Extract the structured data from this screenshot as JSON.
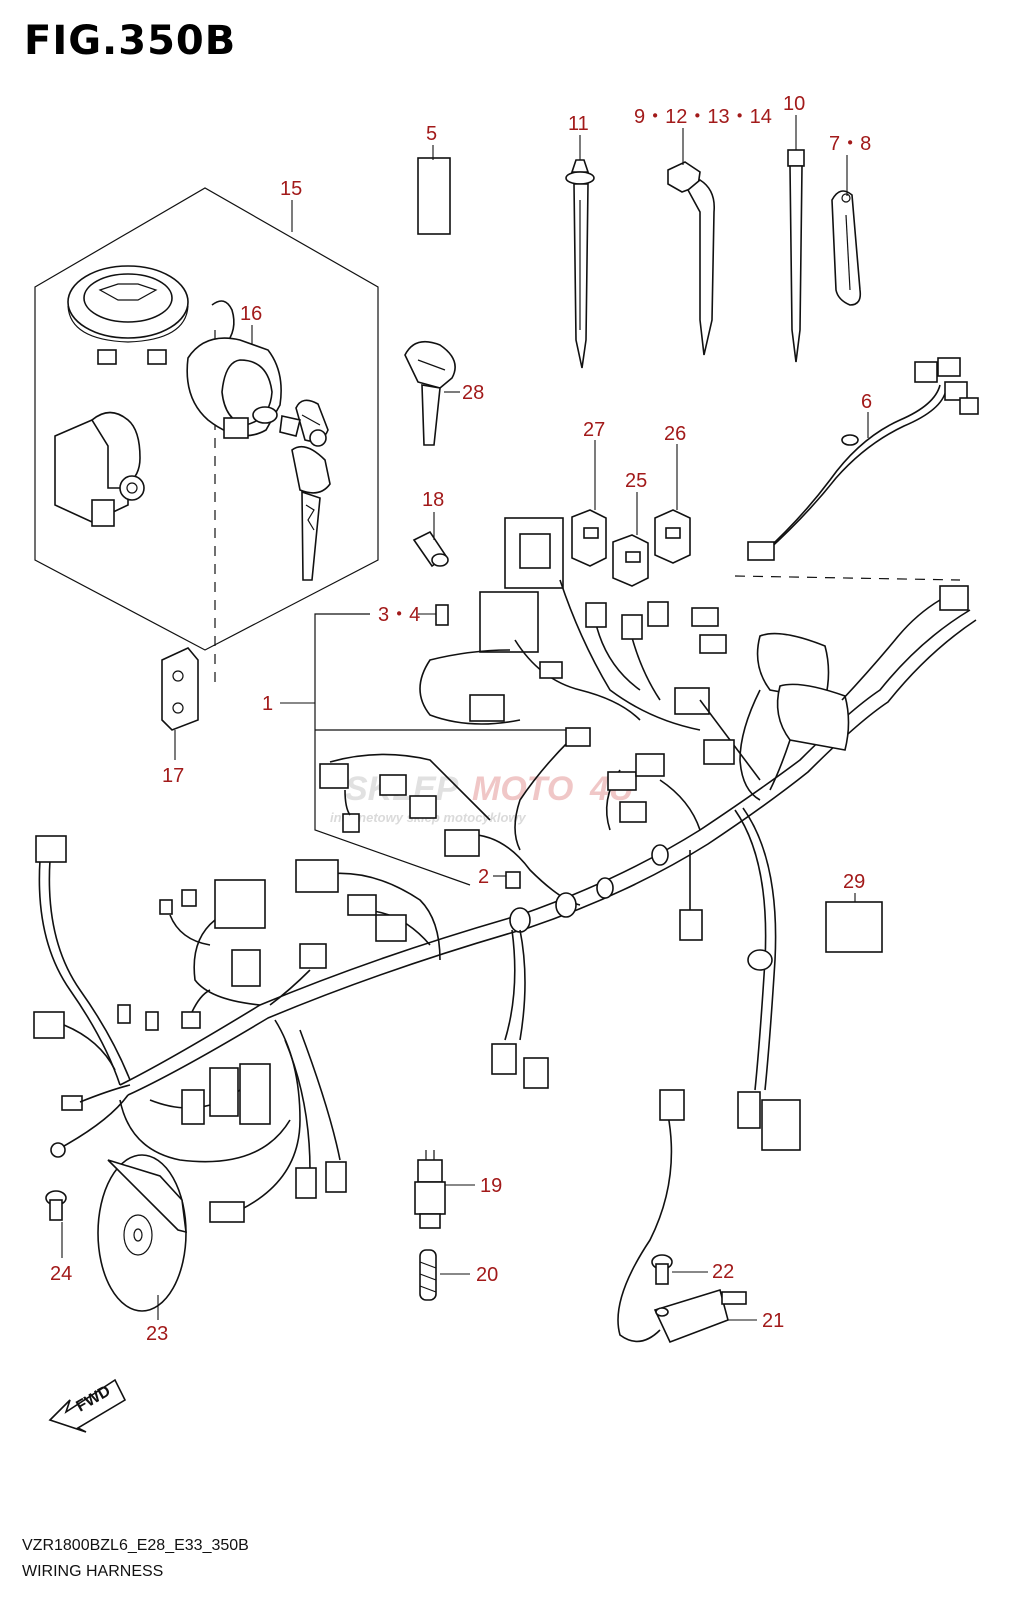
{
  "figure": {
    "title": "FIG.350B",
    "model_code": "VZR1800BZL6_E28_E33_350B",
    "caption": "WIRING HARNESS"
  },
  "callouts": {
    "c1": "1",
    "c2": "2",
    "c3_4": "3・4",
    "c5": "5",
    "c6": "6",
    "c7_8": "7・8",
    "c9_14": "9・12・13・14",
    "c10": "10",
    "c11": "11",
    "c15": "15",
    "c16": "16",
    "c17": "17",
    "c18": "18",
    "c19": "19",
    "c20": "20",
    "c21": "21",
    "c22": "22",
    "c23": "23",
    "c24": "24",
    "c25": "25",
    "c26": "26",
    "c27": "27",
    "c28": "28",
    "c29": "29"
  },
  "watermark": {
    "brand_a": "SKLEP",
    "brand_b": "MOTO",
    "brand_c": "4U",
    "tagline": "internetowy sklep motocyklowy"
  },
  "fwd_label": "FWD",
  "colors": {
    "callout": "#a21a1a",
    "line": "#111111",
    "watermark": "#c9c9c9",
    "watermark_accent": "#e59a9a"
  }
}
